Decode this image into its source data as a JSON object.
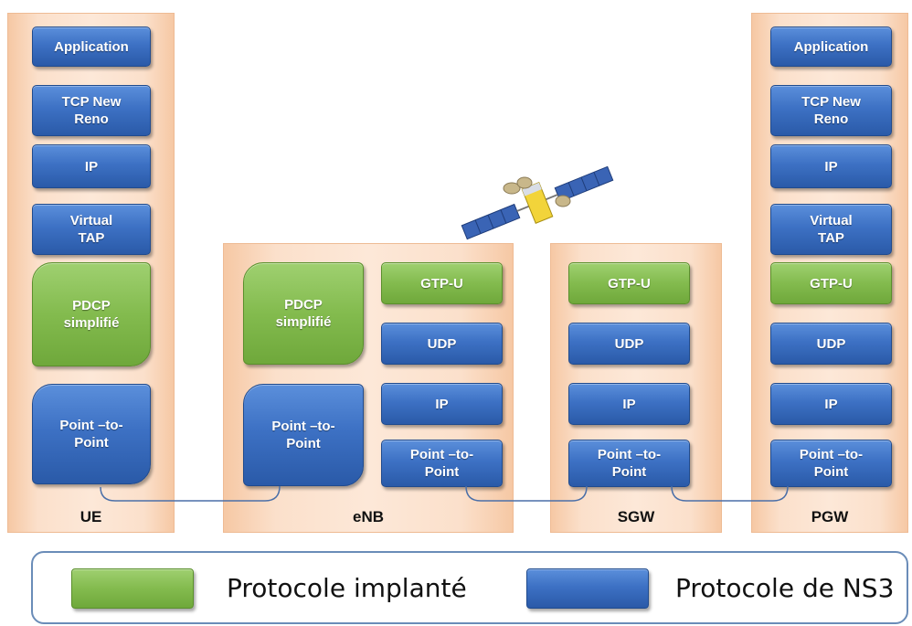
{
  "columns": {
    "ue": {
      "title": "UE",
      "layers": [
        "Application",
        "TCP New\nReno",
        "IP",
        "Virtual\nTAP",
        "PDCP\nsimplifié",
        "Point –to-\nPoint"
      ]
    },
    "enb": {
      "title": "eNB",
      "left_layers": [
        "PDCP\nsimplifié",
        "Point –to-\nPoint"
      ],
      "right_layers": [
        "GTP-U",
        "UDP",
        "IP",
        "Point –to-\nPoint"
      ]
    },
    "sgw": {
      "title": "SGW",
      "layers": [
        "GTP-U",
        "UDP",
        "IP",
        "Point –to-\nPoint"
      ]
    },
    "pgw": {
      "title": "PGW",
      "layers": [
        "Application",
        "TCP New\nReno",
        "IP",
        "Virtual\nTAP",
        "GTP-U",
        "UDP",
        "IP",
        "Point –to-\nPoint"
      ]
    }
  },
  "legend": {
    "implemented": "Protocole implanté",
    "ns3": "Protocole de NS3"
  },
  "colors": {
    "implemented": "#83bb4e",
    "ns3": "#3d71c4",
    "column_bg": "#fbe0cb"
  },
  "icons": {
    "satellite": "satellite-icon"
  }
}
